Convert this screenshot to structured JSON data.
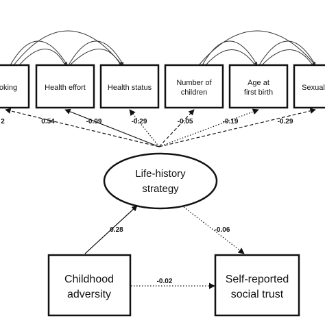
{
  "indicators": [
    {
      "id": "smoking",
      "lines": [
        "oking"
      ],
      "coef": "2",
      "style": "dashed"
    },
    {
      "id": "health-effort",
      "lines": [
        "Health effort"
      ],
      "coef": "0.54",
      "style": "solid"
    },
    {
      "id": "health-status",
      "lines": [
        "Health status"
      ],
      "coef": "-0.09",
      "style": "dotted"
    },
    {
      "id": "number-of-children",
      "lines": [
        "Number of",
        "children"
      ],
      "coef": "-0.29",
      "style": "dashed"
    },
    {
      "id": "age-first-birth",
      "lines": [
        "Age at",
        "first birth"
      ],
      "coef": "-0.05",
      "style": "dotted"
    },
    {
      "id": "sexual",
      "lines": [
        "Sexual"
      ],
      "coef": "-0.19",
      "style": "dotted"
    }
  ],
  "extra_coef": "-0.29",
  "latent": {
    "lines": [
      "Life-history",
      "strategy"
    ]
  },
  "childhood": {
    "lines": [
      "Childhood",
      "adversity"
    ]
  },
  "trust": {
    "lines": [
      "Self-reported",
      "social trust"
    ]
  },
  "paths": {
    "childhood_to_latent": "0.28",
    "latent_to_trust": "-0.06",
    "childhood_to_trust": "-0.02"
  }
}
